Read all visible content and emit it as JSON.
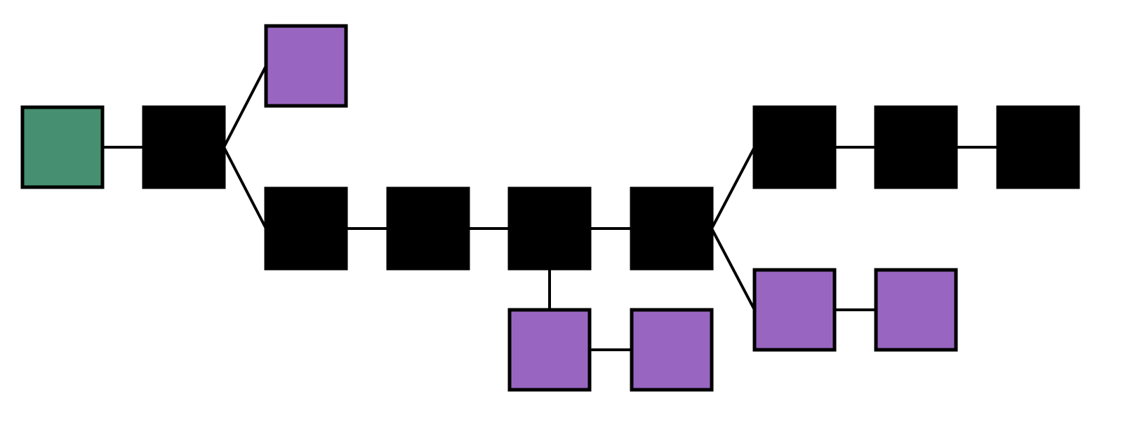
{
  "colors": {
    "genesis": "#468f70",
    "main": "#000000",
    "orphan": "#9866c1",
    "edge": "#000000"
  },
  "blocks": [
    {
      "id": "b0",
      "kind": "genesis"
    },
    {
      "id": "b1",
      "kind": "main"
    },
    {
      "id": "b2",
      "kind": "orphan"
    },
    {
      "id": "b3",
      "kind": "main"
    },
    {
      "id": "b4",
      "kind": "main"
    },
    {
      "id": "b5",
      "kind": "main"
    },
    {
      "id": "b6",
      "kind": "main"
    },
    {
      "id": "b7",
      "kind": "orphan"
    },
    {
      "id": "b8",
      "kind": "orphan"
    },
    {
      "id": "b9",
      "kind": "main"
    },
    {
      "id": "b10",
      "kind": "main"
    },
    {
      "id": "b11",
      "kind": "main"
    },
    {
      "id": "b12",
      "kind": "orphan"
    },
    {
      "id": "b13",
      "kind": "orphan"
    }
  ],
  "links": [
    [
      "b0",
      "b1"
    ],
    [
      "b1",
      "b2"
    ],
    [
      "b1",
      "b3"
    ],
    [
      "b3",
      "b4"
    ],
    [
      "b4",
      "b5"
    ],
    [
      "b5",
      "b6"
    ],
    [
      "b5",
      "b7"
    ],
    [
      "b7",
      "b8"
    ],
    [
      "b6",
      "b9"
    ],
    [
      "b9",
      "b10"
    ],
    [
      "b10",
      "b11"
    ],
    [
      "b6",
      "b12"
    ],
    [
      "b12",
      "b13"
    ]
  ]
}
